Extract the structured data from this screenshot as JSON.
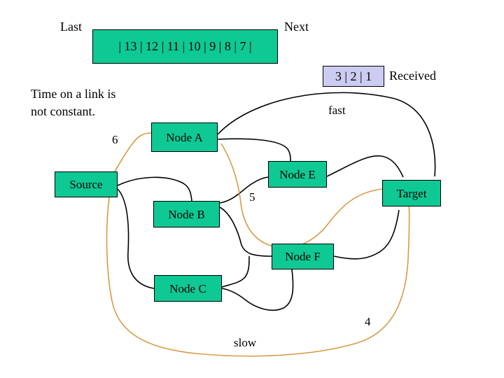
{
  "header": {
    "last_label": "Last",
    "next_label": "Next",
    "sequence_window": "| 13 | 12 | 11 | 10 | 9 | 8 | 7 |",
    "sequence_values": [
      "13",
      "12",
      "11",
      "10",
      "9",
      "8",
      "7"
    ],
    "received_label": "Received",
    "received_window": "3 | 2 | 1",
    "received_values": [
      "3",
      "2",
      "1"
    ]
  },
  "note": {
    "text": "Time on a link is not constant."
  },
  "nodes": [
    {
      "id": "node-a",
      "label": "Node A"
    },
    {
      "id": "node-e",
      "label": "Node E"
    },
    {
      "id": "source",
      "label": "Source"
    },
    {
      "id": "node-b",
      "label": "Node B"
    },
    {
      "id": "target",
      "label": "Target"
    },
    {
      "id": "node-f",
      "label": "Node F"
    },
    {
      "id": "node-c",
      "label": "Node C"
    }
  ],
  "edge_labels": {
    "six": "6",
    "five": "5",
    "four": "4",
    "fast": "fast",
    "slow": "slow"
  },
  "colors": {
    "node_fill": "#0ec993",
    "received_fill": "#ccccf2",
    "edge_black": "#000000",
    "edge_orange": "#d59a45",
    "border": "#000000",
    "background": "#ffffff"
  }
}
